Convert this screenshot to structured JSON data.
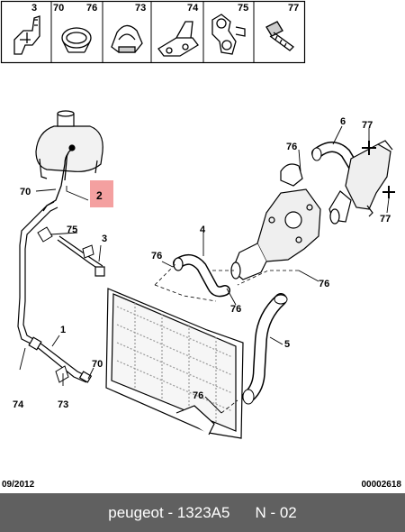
{
  "legend": {
    "cells": [
      {
        "label": "3",
        "icon": "bracket-clip-icon"
      },
      {
        "label": "70",
        "icon": "single-clip-icon"
      },
      {
        "label": "76",
        "icon": "hose-clamp-icon"
      },
      {
        "label": "73",
        "icon": "p-clip-icon"
      },
      {
        "label": "74",
        "icon": "pipe-holder-icon"
      },
      {
        "label": "75",
        "icon": "double-clip-icon"
      },
      {
        "label": "77",
        "icon": "screw-icon"
      }
    ]
  },
  "callouts": {
    "c1": "1",
    "c2": "2",
    "c3": "3",
    "c4": "4",
    "c5": "5",
    "c6": "6",
    "c70a": "70",
    "c70b": "70",
    "c73": "73",
    "c74": "74",
    "c75": "75",
    "c76a": "76",
    "c76b": "76",
    "c76c": "76",
    "c76d": "76",
    "c76e": "76",
    "c77a": "77",
    "c77b": "77"
  },
  "highlight_color": "#f4a0a0",
  "meta": {
    "date": "09/2012",
    "ref_number": "00002618"
  },
  "footer": {
    "brand": "peugeot - 1323A5",
    "sheet": "N - 02"
  }
}
